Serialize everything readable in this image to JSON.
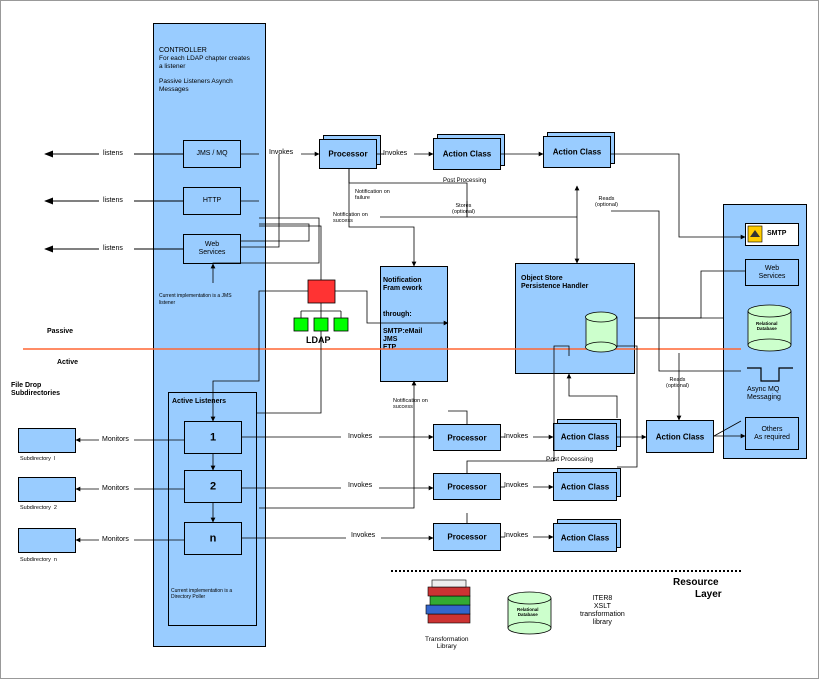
{
  "controller": {
    "title": "CONTROLLER",
    "sub1": "For each LDAP chapter creates",
    "sub2": "a listener",
    "passive_title1": "Passive Listeners Asynch",
    "passive_title2": "Messages",
    "impl1": "Current implementation is a JMS",
    "impl2": "listener"
  },
  "listeners": {
    "jms": "JMS / MQ",
    "http": "HTTP",
    "ws": "Web\nServices",
    "listens": "listens",
    "invokes": "Invokes"
  },
  "processor_top": "Processor",
  "action_top1": "Action Class",
  "action_top2": "Action Class",
  "notes": {
    "post_processing": "Post Processing",
    "notif_failure": "Notification on\nfailure",
    "notif_success": "Notification on\nsuccess",
    "stores": "Stores\n(optional)",
    "reads_top": "Reads\n(optional)",
    "reads_bottom": "Reads\n(optional)",
    "notif_success2": "Notification on\nsuccess",
    "post_processing2": "Post Processing"
  },
  "notification": {
    "title": "Notification\nFram ework",
    "through": "through:",
    "channels": "SMTP:eMail\nJMS\nFTP"
  },
  "object_store": {
    "title": "Object Store\nPersistence Handler"
  },
  "ldap_label": "LDAP",
  "divider": {
    "passive": "Passive",
    "active": "Active"
  },
  "file_drop": {
    "title": "File Drop\nSubdirectories",
    "sub1": "Subdirectory  l",
    "sub2": "Subdirectory  2",
    "subn": "Subdirectory  n",
    "monitors": "Monitors"
  },
  "active_listeners": {
    "title": "Active Listeners",
    "one": "1",
    "two": "2",
    "n": "n",
    "impl": "Current implementation is a\nDirectory Poller"
  },
  "invokes": "Invokes",
  "processor": "Processor",
  "action_class": "Action Class",
  "resources": {
    "smtp": "SMTP",
    "web_services": "Web\nServices",
    "relational": "Relational\nDatabase",
    "async_mq": "Async MQ\nMessaging",
    "others": "Others\nAs required"
  },
  "resource_layer": {
    "title1": "Resource",
    "title2": "Layer",
    "transformation": "Transformation\nLibrary",
    "relational": "Relational\nDatabase",
    "iter": "ITER8\nXSLT\ntransformation\nlibrary"
  },
  "colors": {
    "box_fill": "#99ccff",
    "divider": "#ff6633",
    "ldap_root": "#ff3333",
    "ldap_child": "#00ff00",
    "db_fill": "#ccffcc"
  }
}
